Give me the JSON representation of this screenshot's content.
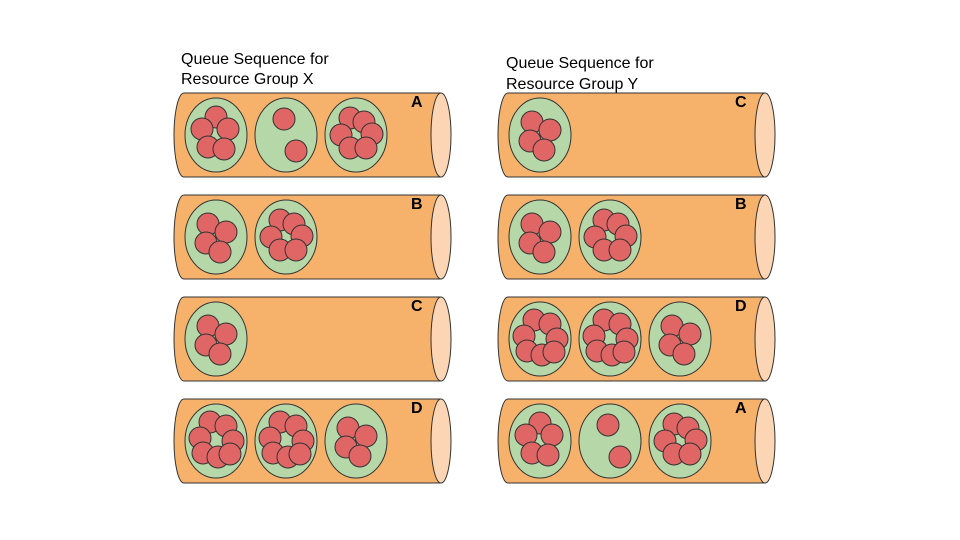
{
  "groups": [
    {
      "title_line1": "Queue Sequence for",
      "title_line2": "Resource Group X",
      "queues": [
        {
          "label": "A",
          "batches": [
            5,
            2,
            6
          ]
        },
        {
          "label": "B",
          "batches": [
            4,
            6
          ]
        },
        {
          "label": "C",
          "batches": [
            4
          ]
        },
        {
          "label": "D",
          "batches": [
            7,
            7,
            4
          ]
        }
      ]
    },
    {
      "title_line1": "Queue Sequence for",
      "title_line2": "Resource Group Y",
      "queues": [
        {
          "label": "C",
          "batches": [
            4
          ]
        },
        {
          "label": "B",
          "batches": [
            4,
            6
          ]
        },
        {
          "label": "D",
          "batches": [
            7,
            7,
            4
          ]
        },
        {
          "label": "A",
          "batches": [
            5,
            2,
            6
          ]
        }
      ]
    }
  ],
  "colors": {
    "pipe_body": "#f6b26b",
    "pipe_end": "#fcd5b4",
    "batch_fill": "#b6d7a8",
    "item_fill": "#e06666",
    "outline": "#333333"
  }
}
